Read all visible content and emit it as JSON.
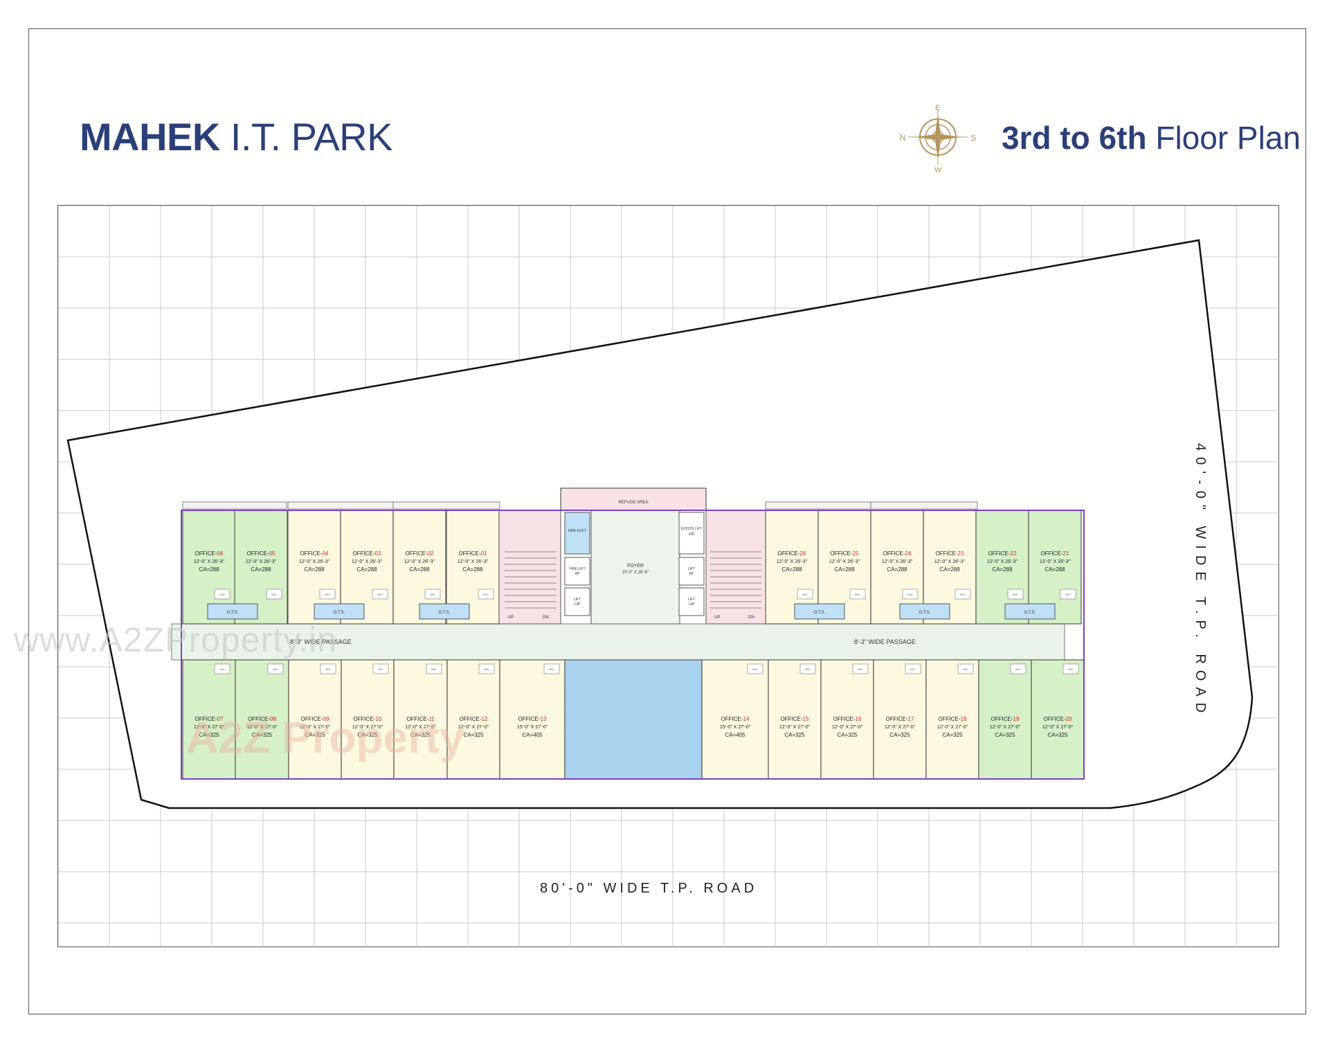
{
  "title": {
    "bold": "MAHEK",
    "light": "I.T. PARK"
  },
  "subtitle": {
    "bold": "3rd to 6th",
    "light": "Floor Plan"
  },
  "compass": {
    "n": "N",
    "s": "S",
    "e": "E",
    "w": "W"
  },
  "roads": {
    "bottom": "80'-0\" WIDE T.P. ROAD",
    "right": "40'-0\" WIDE T.P. ROAD"
  },
  "watermark": {
    "url": "www.A2ZProperty.in",
    "logo": "A2Z Property"
  },
  "labels": {
    "refuge": "REFUGE AREA",
    "fire_duct": "FIRE DUCT",
    "fire_lift": "FIRE LIFT",
    "fire_lift_cap": "8P",
    "lift": "LIFT",
    "lift_13p": "13P",
    "lift_8p": "8P",
    "goods_lift": "GOODS LIFT",
    "goods_cap": "10P",
    "foyer": "FOYER",
    "foyer_size": "20'-0\" X 26'-6\"",
    "passage": "8'-3\" WIDE PASSAGE",
    "ots": "O.T.S.",
    "up": "UP",
    "dn": "DN",
    "wc": "W/C"
  },
  "offices_top": [
    {
      "name": "OFFICE-",
      "num": "06",
      "size": "12'-0\" X 26'-3\"",
      "ca": "CA=288"
    },
    {
      "name": "OFFICE-",
      "num": "05",
      "size": "12'-0\" X 26'-3\"",
      "ca": "CA=288"
    },
    {
      "name": "OFFICE-",
      "num": "04",
      "size": "12'-0\" X 26'-3\"",
      "ca": "CA=288"
    },
    {
      "name": "OFFICE-",
      "num": "03",
      "size": "12'-0\" X 26'-3\"",
      "ca": "CA=288"
    },
    {
      "name": "OFFICE-",
      "num": "02",
      "size": "12'-0\" X 26'-3\"",
      "ca": "CA=288"
    },
    {
      "name": "OFFICE-",
      "num": "01",
      "size": "12'-0\" X 26'-3\"",
      "ca": "CA=288"
    },
    {
      "name": "OFFICE-",
      "num": "26",
      "size": "12'-0\" X 26'-3\"",
      "ca": "CA=288"
    },
    {
      "name": "OFFICE-",
      "num": "25",
      "size": "12'-0\" X 26'-3\"",
      "ca": "CA=288"
    },
    {
      "name": "OFFICE-",
      "num": "24",
      "size": "12'-0\" X 26'-3\"",
      "ca": "CA=288"
    },
    {
      "name": "OFFICE-",
      "num": "23",
      "size": "12'-0\" X 26'-3\"",
      "ca": "CA=288"
    },
    {
      "name": "OFFICE-",
      "num": "22",
      "size": "12'-0\" X 26'-3\"",
      "ca": "CA=288"
    },
    {
      "name": "OFFICE-",
      "num": "21",
      "size": "12'-0\" X 26'-3\"",
      "ca": "CA=288"
    }
  ],
  "offices_bottom": [
    {
      "name": "OFFICE-",
      "num": "07",
      "size": "12'-0\" X 27'-0\"",
      "ca": "CA=325"
    },
    {
      "name": "OFFICE-",
      "num": "08",
      "size": "12'-0\" X 27'-0\"",
      "ca": "CA=325"
    },
    {
      "name": "OFFICE-",
      "num": "09",
      "size": "12'-0\" X 27'-0\"",
      "ca": "CA=325"
    },
    {
      "name": "OFFICE-",
      "num": "10",
      "size": "12'-0\" X 27'-0\"",
      "ca": "CA=325"
    },
    {
      "name": "OFFICE-",
      "num": "11",
      "size": "12'-0\" X 27'-0\"",
      "ca": "CA=325"
    },
    {
      "name": "OFFICE-",
      "num": "12",
      "size": "12'-0\" X 27'-0\"",
      "ca": "CA=325"
    },
    {
      "name": "OFFICE-",
      "num": "13",
      "size": "15'-0\" X 27'-0\"",
      "ca": "CA=405"
    },
    {
      "name": "OFFICE-",
      "num": "14",
      "size": "15'-0\" X 27'-0\"",
      "ca": "CA=405"
    },
    {
      "name": "OFFICE-",
      "num": "15",
      "size": "12'-0\" X 27'-0\"",
      "ca": "CA=325"
    },
    {
      "name": "OFFICE-",
      "num": "16",
      "size": "12'-0\" X 27'-0\"",
      "ca": "CA=325"
    },
    {
      "name": "OFFICE-",
      "num": "17",
      "size": "12'-0\" X 27'-0\"",
      "ca": "CA=325"
    },
    {
      "name": "OFFICE-",
      "num": "18",
      "size": "12'-0\" X 27'-0\"",
      "ca": "CA=325"
    },
    {
      "name": "OFFICE-",
      "num": "19",
      "size": "12'-0\" X 27'-0\"",
      "ca": "CA=325"
    },
    {
      "name": "OFFICE-",
      "num": "20",
      "size": "12'-0\" X 27'-0\"",
      "ca": "CA=325"
    }
  ],
  "colors": {
    "title": "#2b3f7a",
    "office_green": "#d6f0c8",
    "office_cream": "#fdf9e0",
    "passage": "#eaf3ea",
    "stair_pink": "#f8e2e6",
    "lift_blue": "#bfe0f5",
    "atrium_blue": "#a9d2ee",
    "outline_purple": "#7b3fc4",
    "office_num_red": "#d62020",
    "compass_gold": "#b8935a"
  }
}
